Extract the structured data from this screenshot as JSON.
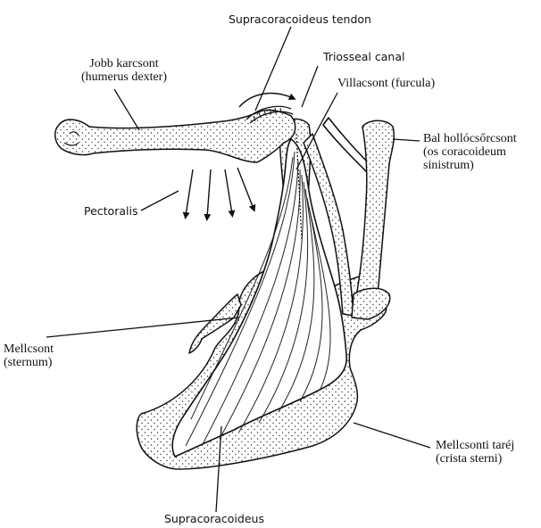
{
  "labels": {
    "supracoracoideus_tendon": "Supracoracoideus tendon",
    "triosseal_canal": "Triosseal canal",
    "humerus_line1": "Jobb karcsont",
    "humerus_line2": "(humerus dexter)",
    "furcula": "Villacsont (furcula)",
    "coracoid_line1": "Bal hollócsőrcsont",
    "coracoid_line2": "(os coracoideum",
    "coracoid_line3": "sinistrum)",
    "pectoralis": "Pectoralis",
    "sternum_line1": "Mellcsont",
    "sternum_line2": "(sternum)",
    "keel_line1": "Mellcsonti taréj",
    "keel_line2": "(crista sterni)",
    "supracoracoideus": "Supracoracoideus"
  }
}
